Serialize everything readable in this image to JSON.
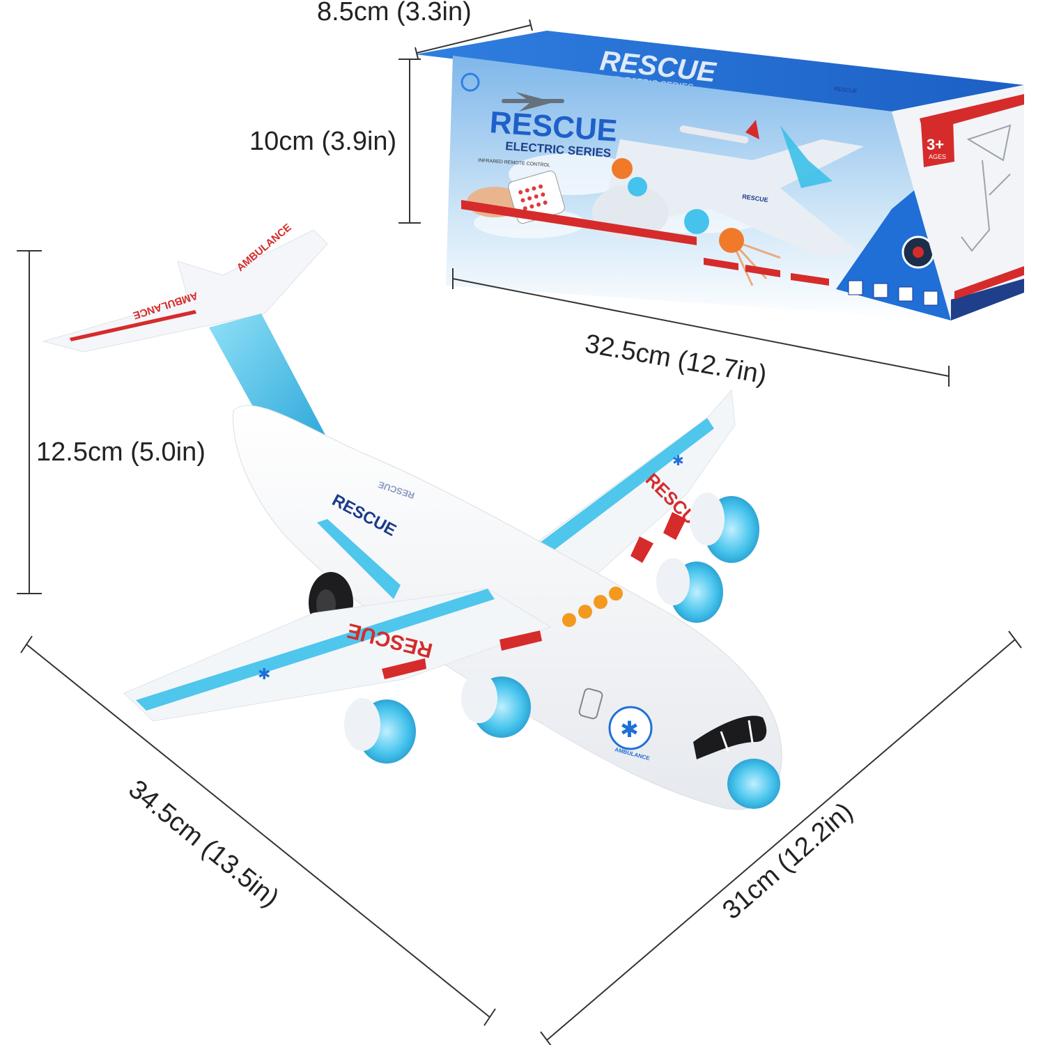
{
  "dimensions": {
    "box_depth": "8.5cm (3.3in)",
    "box_height": "10cm (3.9in)",
    "box_length": "32.5cm (12.7in)",
    "plane_height": "12.5cm (5.0in)",
    "plane_length": "34.5cm (13.5in)",
    "plane_wingspan": "31cm (12.2in)"
  },
  "box": {
    "top_logo": "RESCUE",
    "top_subtitle": "ELECTRIC SERIES",
    "front_title": "RESCUE",
    "front_subtitle": "ELECTRIC SERIES",
    "remote_caption": "INFRARED REMOTE CONTROL",
    "age_badge_number": "3+",
    "age_badge_label": "AGES",
    "front_plane_label": "RESCUE",
    "side_plane_label": "RESCUE"
  },
  "plane": {
    "tail_text_top": "AMBULANCE",
    "tail_text_bottom": "AMBULANCE",
    "fuselage_text": "RESCUE",
    "fuselage_text_far": "RESCUE",
    "right_wing_text": "RESCUE",
    "left_wing_text": "RESCUE",
    "nose_emblem_text": "AMBULANCE"
  },
  "colors": {
    "accent_blue": "#1f6fd6",
    "light_blue": "#4fc6ec",
    "rescue_red": "#d62b2b",
    "navy": "#1b3a8a",
    "orange_buttons": "#f39a1e"
  }
}
